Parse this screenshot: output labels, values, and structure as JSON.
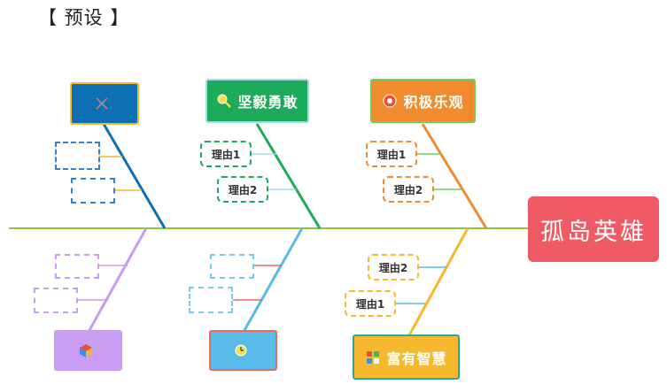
{
  "preset_label": "【 预设 】",
  "central_topic": "孤岛英雄",
  "branches": [
    {
      "label": "",
      "color": "#0e6fb5",
      "icon": "satellite-icon",
      "reasons": []
    },
    {
      "label": "坚毅勇敢",
      "color": "#1bab5a",
      "icon": "magnifier-icon",
      "reasons": [
        "理由1",
        "理由2"
      ]
    },
    {
      "label": "积极乐观",
      "color": "#f08c2e",
      "icon": "target-icon",
      "reasons": [
        "理由1",
        "理由2"
      ]
    },
    {
      "label": "",
      "color": "#c89cf2",
      "icon": "cube-icon",
      "reasons": []
    },
    {
      "label": "",
      "color": "#5bbbe8",
      "icon": "clock-icon",
      "reasons": []
    },
    {
      "label": "富有智慧",
      "color": "#f5b82e",
      "icon": "grid-icon",
      "reasons": [
        "理由2",
        "理由1"
      ]
    }
  ],
  "colors": {
    "spine": "#8cc63f",
    "central": "#ef5a64"
  }
}
